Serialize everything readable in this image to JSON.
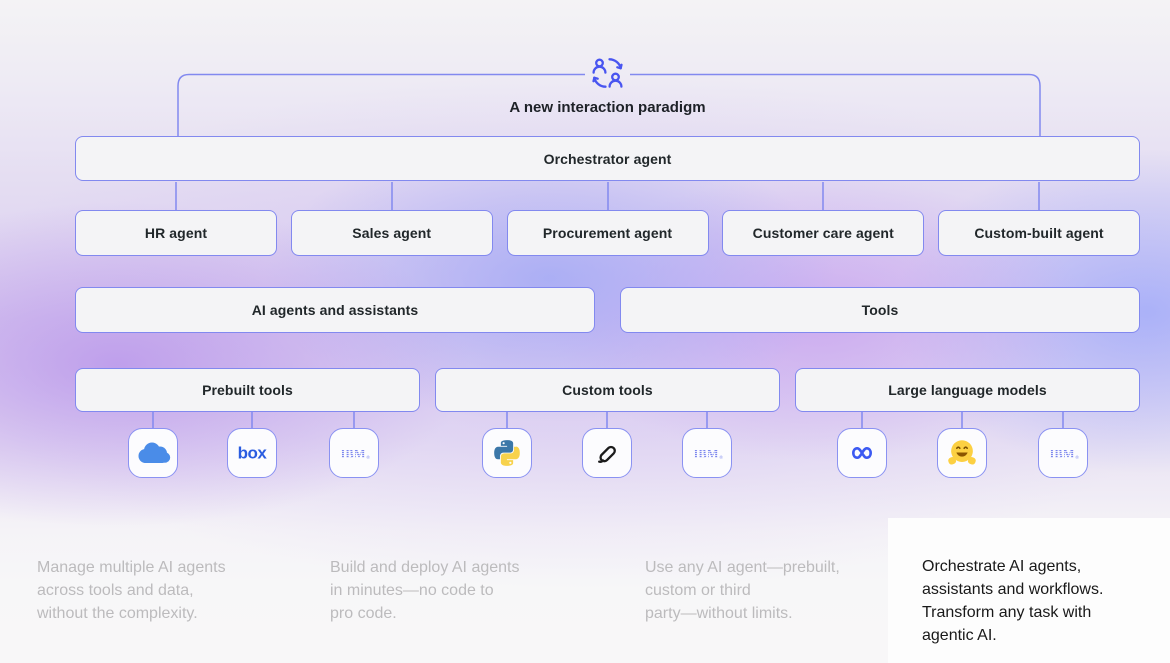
{
  "palette": {
    "accent_border": "#8289ef",
    "box_fill": "#f4f4f6",
    "label_text": "#21272a",
    "top_icon_blue": "#4955f0",
    "ibm_logo_blue": "#7b86ee",
    "muted_footer_text": "#bcbbbd",
    "card_bg": "#fdfdfd",
    "card_text": "#191919"
  },
  "diagram": {
    "heading": "A new interaction paradigm",
    "heading_icon": "people-interaction-icon",
    "orchestrator_label": "Orchestrator agent",
    "agents": [
      "HR agent",
      "Sales agent",
      "Procurement agent",
      "Customer care agent",
      "Custom-built agent"
    ],
    "categories": [
      {
        "label": "AI agents and assistants"
      },
      {
        "label": "Tools"
      }
    ],
    "tool_groups": [
      {
        "label": "Prebuilt tools",
        "icons": [
          "salesforce-logo",
          "box-logo",
          "ibm-logo"
        ]
      },
      {
        "label": "Custom tools",
        "icons": [
          "python-logo",
          "coil-logo",
          "ibm-logo"
        ]
      },
      {
        "label": "Large language models",
        "icons": [
          "meta-logo",
          "hugging-face-logo",
          "ibm-logo"
        ]
      }
    ]
  },
  "footer": {
    "columns": [
      {
        "text": "Manage multiple AI agents\nacross tools and data,\nwithout the complexity.",
        "highlighted": false
      },
      {
        "text": "Build and deploy AI agents\nin minutes—no code to\npro code.",
        "highlighted": false
      },
      {
        "text": "Use any AI agent—prebuilt,\ncustom or third\nparty—without limits.",
        "highlighted": false
      },
      {
        "text": "Orchestrate AI agents,\nassistants and workflows.\nTransform any task with\nagentic AI.",
        "highlighted": true
      }
    ]
  }
}
